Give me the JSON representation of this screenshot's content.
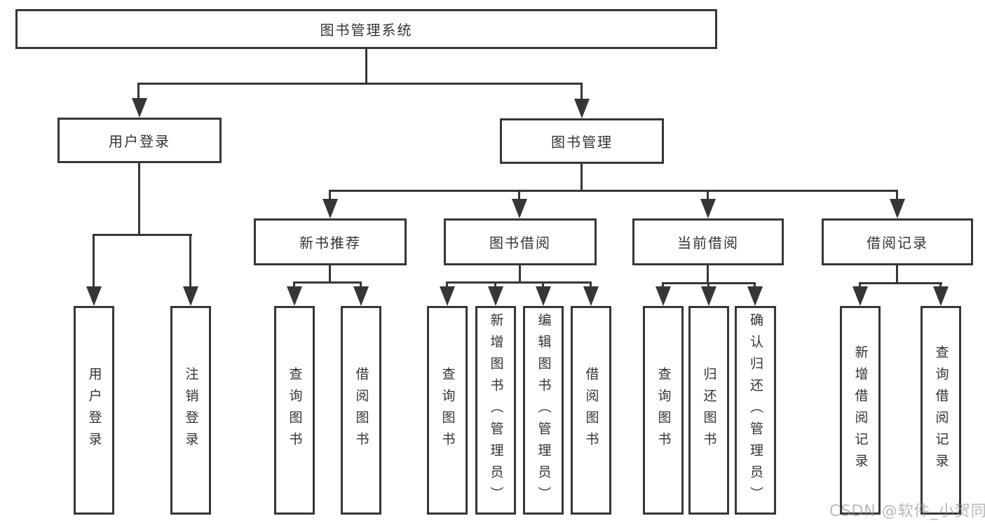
{
  "tree": {
    "root": "图书管理系统",
    "branches": [
      {
        "label": "用户登录",
        "leaves": [
          "用户登录",
          "注销登录"
        ]
      },
      {
        "label": "图书管理",
        "groups": [
          {
            "label": "新书推荐",
            "leaves": [
              "查询图书",
              "借阅图书"
            ]
          },
          {
            "label": "图书借阅",
            "leaves": [
              "查询图书",
              "新增图书（管理员）",
              "编辑图书（管理员）",
              "借阅图书"
            ]
          },
          {
            "label": "当前借阅",
            "leaves": [
              "查询图书",
              "归还图书",
              "确认归还（管理员）"
            ]
          },
          {
            "label": "借阅记录",
            "leaves": [
              "新增借阅记录",
              "查询借阅记录"
            ]
          }
        ]
      }
    ]
  },
  "watermark": "CSDN @软件_小贺同学",
  "colors": {
    "line": "#363636",
    "text": "#333333",
    "background": "#ffffff",
    "watermark_gray": "#8c8c8c"
  }
}
